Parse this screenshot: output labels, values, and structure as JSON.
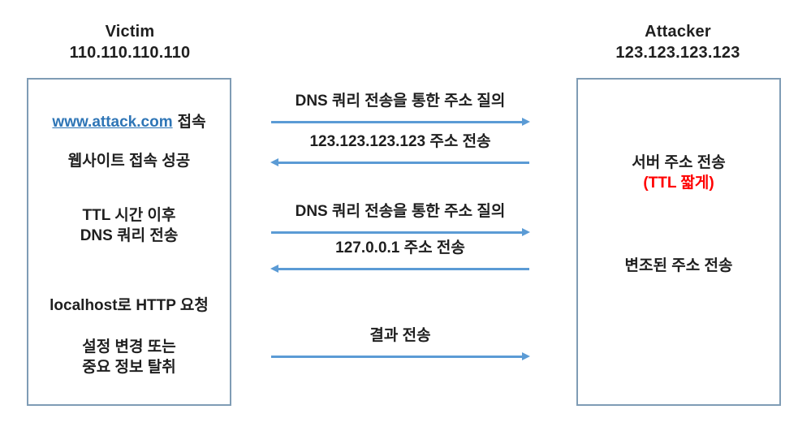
{
  "actors": {
    "victim": {
      "name": "Victim",
      "ip": "110.110.110.110"
    },
    "attacker": {
      "name": "Attacker",
      "ip": "123.123.123.123"
    }
  },
  "victim_box": {
    "connect_link": "www.attack.com",
    "connect_suffix": "접속",
    "website_success": "웹사이트 접속 성공",
    "ttl_line1": "TTL 시간 이후",
    "ttl_line2": "DNS 쿼리 전송",
    "localhost_request": "localhost로 HTTP 요청",
    "steal_line1": "설정 변경 또는",
    "steal_line2": "중요 정보 탈취"
  },
  "attacker_box": {
    "server_addr": "서버 주소 전송",
    "ttl_short_note": "(TTL 짧게)",
    "forged_addr": "변조된 주소 전송"
  },
  "messages": [
    {
      "label": "DNS 쿼리 전송을 통한 주소 질의",
      "direction": "right",
      "from": "victim",
      "to": "attacker"
    },
    {
      "label": "123.123.123.123 주소 전송",
      "direction": "left",
      "from": "attacker",
      "to": "victim"
    },
    {
      "label": "DNS 쿼리 전송을 통한 주소 질의",
      "direction": "right",
      "from": "victim",
      "to": "attacker"
    },
    {
      "label": "127.0.0.1 주소 전송",
      "direction": "left",
      "from": "attacker",
      "to": "victim"
    },
    {
      "label": "결과 전송",
      "direction": "right",
      "from": "victim",
      "to": "attacker"
    }
  ],
  "colors": {
    "arrow_blue": "#5b9bd5",
    "box_border": "#7f9cb5",
    "link_blue": "#2e75b6",
    "highlight_red": "#ff0000",
    "text": "#1f1f1f"
  }
}
